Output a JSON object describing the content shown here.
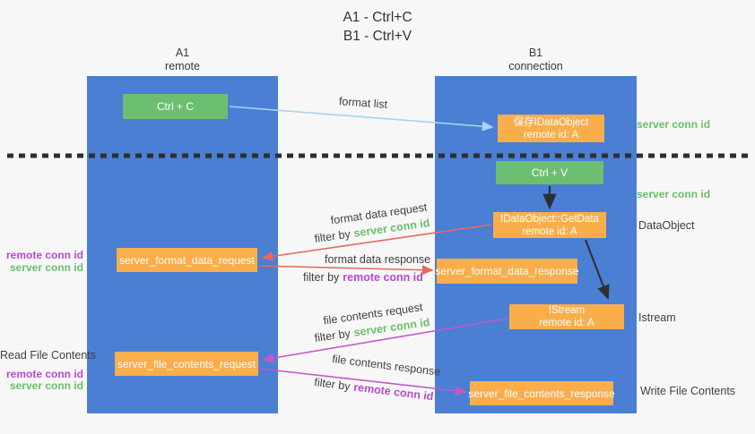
{
  "title": {
    "line1": "A1 - Ctrl+C",
    "line2": "B1 - Ctrl+V"
  },
  "columns": {
    "left": {
      "name": "A1",
      "subtitle": "remote"
    },
    "right": {
      "name": "B1",
      "subtitle": "connection"
    }
  },
  "nodes": {
    "ctrl_c": "Ctrl + C",
    "save_dataobject": {
      "line1": "保存IDataObject",
      "line2": "remote id: A"
    },
    "ctrl_v": "Ctrl + V",
    "getdata": {
      "line1": "IDataObject::GetData",
      "line2": "remote id: A"
    },
    "format_request": "server_format_data_request",
    "format_response": "server_format_data_response",
    "istream": {
      "line1": "IStream",
      "line2": "remote id: A"
    },
    "file_request": "server_file_contents_request",
    "file_response": "server_file_contents_response"
  },
  "edge_labels": {
    "format_list": "format list",
    "format_data_request": "format data request",
    "format_data_response": "format data response",
    "file_contents_request": "file contents request",
    "file_contents_response": "file contents response",
    "filter_by": "filter by",
    "server_conn_id": "server conn id",
    "remote_conn_id": "remote conn id"
  },
  "side_labels": {
    "left_remote_conn_id": "remote conn id",
    "left_server_conn_id": "server conn id",
    "read_file_contents": "Read File Contents",
    "right_server_conn_id": "server conn id",
    "dataobject": "DataObject",
    "istream": "Istream",
    "write_file_contents": "Write File Contents"
  },
  "colors": {
    "column_blue": "#4a7fd4",
    "node_green": "#6cbe70",
    "node_orange": "#f9ae4b",
    "arrow_light_blue": "#a9d3ee",
    "arrow_red": "#e8685f",
    "arrow_magenta": "#c459c6",
    "arrow_black": "#2e2e2e",
    "label_green": "#6abf69",
    "label_purple": "#b44bcd"
  }
}
